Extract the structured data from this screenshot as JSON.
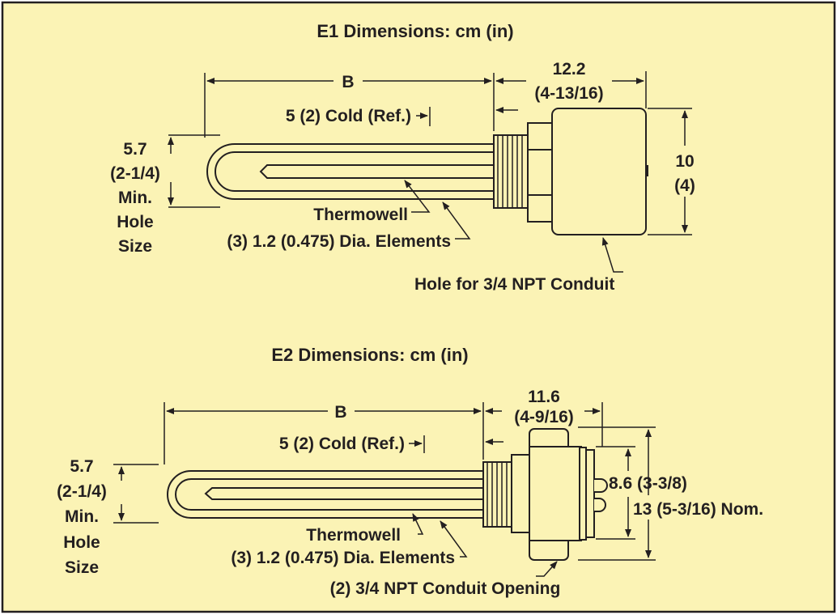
{
  "colors": {
    "background": "#fbf3b5",
    "border": "#231f20",
    "ink": "#231f20"
  },
  "e1": {
    "title": "E1 Dimensions: cm (in)",
    "b_label": "B",
    "cold_label": "5 (2) Cold (Ref.)",
    "head_length": "12.2",
    "head_length_in": "(4-13/16)",
    "height": "10",
    "height_in": "(4)",
    "hole_size": [
      "5.7",
      "(2-1/4)",
      "Min.",
      "Hole",
      "Size"
    ],
    "thermowell_label": "Thermowell",
    "elements_label": "(3) 1.2 (0.475) Dia. Elements",
    "conduit_label": "Hole for 3/4 NPT Conduit"
  },
  "e2": {
    "title": "E2 Dimensions: cm (in)",
    "b_label": "B",
    "cold_label": "5 (2) Cold (Ref.)",
    "head_length": "11.6",
    "head_length_in": "(4-9/16)",
    "flange_height": "8.6 (3-3/8)",
    "overall_height": "13 (5-3/16) Nom.",
    "hole_size": [
      "5.7",
      "(2-1/4)",
      "Min.",
      "Hole",
      "Size"
    ],
    "thermowell_label": "Thermowell",
    "elements_label": "(3) 1.2 (0.475) Dia. Elements",
    "conduit_label": "(2) 3/4 NPT Conduit Opening"
  }
}
